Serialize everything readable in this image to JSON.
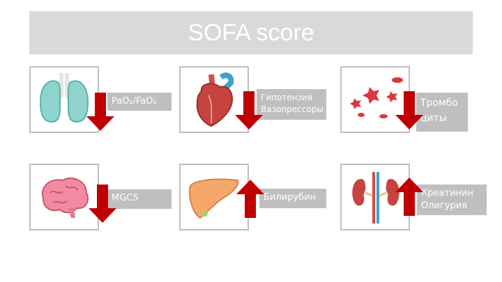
{
  "title": "SOFA score",
  "colors": {
    "arrow": "#c00000",
    "label_bg": "#bfbfbf",
    "title_bg": "#d9d9d9"
  },
  "items": [
    {
      "organ": "lungs-image",
      "label": "PaO₂/FaO₂",
      "arrow": "down"
    },
    {
      "organ": "heart-image",
      "label": "Гипотензия\nВазопрессоры",
      "arrow": "down"
    },
    {
      "organ": "platelets-image",
      "label": "Тромбо\nциты",
      "arrow": "down"
    },
    {
      "organ": "brain-image",
      "label": "MGCS",
      "arrow": "down"
    },
    {
      "organ": "liver-image",
      "label": "Билирубин",
      "arrow": "up"
    },
    {
      "organ": "kidneys-image",
      "label": "Креатинин\nОлигурия",
      "arrow": "up"
    }
  ]
}
